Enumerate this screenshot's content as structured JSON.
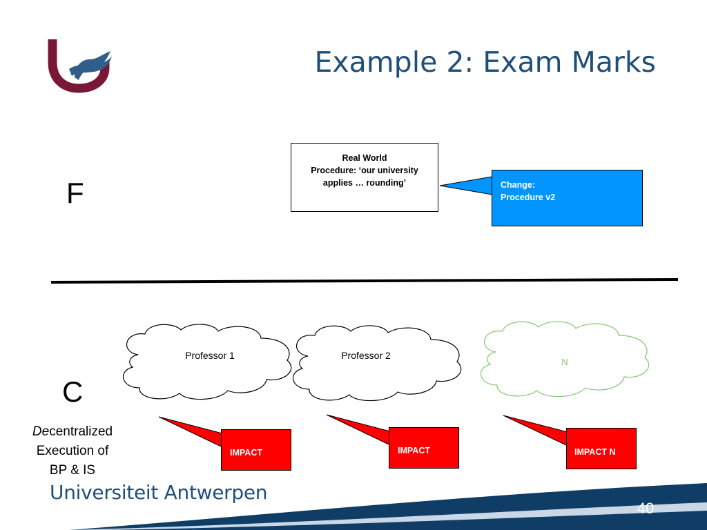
{
  "slide": {
    "title": "Example 2: Exam Marks",
    "page_number": "40",
    "university_name": "Universiteit Antwerpen",
    "logo_icon": "university-logo-icon"
  },
  "functional": {
    "letter": "F",
    "real_world_box": {
      "line1": "Real World",
      "line2": "Procedure: ‘our university",
      "line3": "applies … rounding’"
    },
    "change_callout": {
      "line1": "Change:",
      "line2": "Procedure v2"
    }
  },
  "construction": {
    "letter": "C",
    "clouds": [
      {
        "label": "Professor 1"
      },
      {
        "label": "Professor 2"
      },
      {
        "label": "N"
      }
    ],
    "impacts": [
      {
        "label": "IMPACT"
      },
      {
        "label": "IMPACT"
      },
      {
        "label": "IMPACT N"
      }
    ],
    "description": {
      "line1_italic": "De",
      "line1_rest": "centralized",
      "line2": "Execution of",
      "line3": "BP & IS"
    }
  },
  "colors": {
    "title": "#1f4e79",
    "logo_maroon": "#7a1735",
    "logo_blue": "#2f5f8a",
    "callout_blue": "#0095ff",
    "impact_red": "#ff0000",
    "cloud_green": "#7fc86a",
    "footer_navy": "#0f3d66"
  }
}
